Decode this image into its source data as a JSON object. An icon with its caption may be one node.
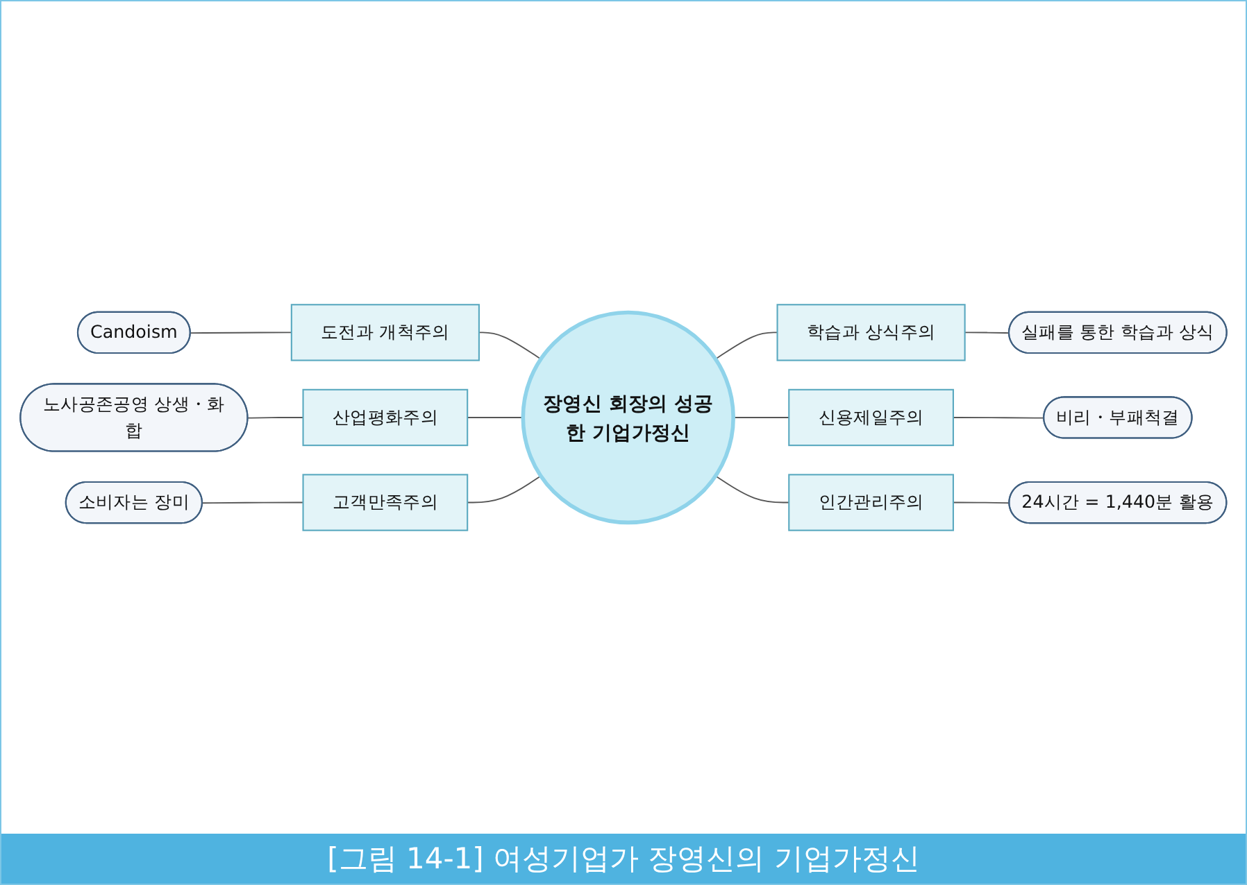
{
  "diagram": {
    "caption": "[그림 14-1] 여성기업가 장영신의 기업가정신",
    "nodes": [
      {
        "text": [
          "장영신 회장의 성공한 기업가정신"
        ]
      },
      {
        "text": [
          "도전과 개척주의"
        ]
      },
      {
        "text": [
          "Candoism"
        ]
      },
      {
        "text": [
          "산업평화주의"
        ]
      },
      {
        "text": [
          "노사공존공영 상생・화합"
        ]
      },
      {
        "text": [
          "고객만족주의"
        ]
      },
      {
        "text": [
          "소비자는 장미"
        ]
      },
      {
        "text": [
          "학습과 상식주의"
        ]
      },
      {
        "text": [
          "실패를 통한 학습과 상식"
        ]
      },
      {
        "text": [
          "신용제일주의"
        ]
      },
      {
        "text": [
          "비리・부패척결"
        ]
      },
      {
        "text": [
          "인간관리주의"
        ]
      },
      {
        "text": [
          "24시간 = 1,440분 활용"
        ]
      }
    ],
    "edges": [
      {
        "from": 1,
        "to": 0,
        "arrow": "none"
      },
      {
        "from": 3,
        "to": 0,
        "arrow": "none"
      },
      {
        "from": 5,
        "to": 0,
        "arrow": "none"
      },
      {
        "from": 0,
        "to": 7,
        "arrow": "none"
      },
      {
        "from": 0,
        "to": 9,
        "arrow": "none"
      },
      {
        "from": 0,
        "to": 11,
        "arrow": "none"
      },
      {
        "from": 2,
        "to": 1,
        "arrow": "none"
      },
      {
        "from": 4,
        "to": 3,
        "arrow": "none"
      },
      {
        "from": 6,
        "to": 5,
        "arrow": "none"
      },
      {
        "from": 7,
        "to": 8,
        "arrow": "none"
      },
      {
        "from": 9,
        "to": 10,
        "arrow": "none"
      },
      {
        "from": 11,
        "to": 12,
        "arrow": "none"
      }
    ]
  }
}
